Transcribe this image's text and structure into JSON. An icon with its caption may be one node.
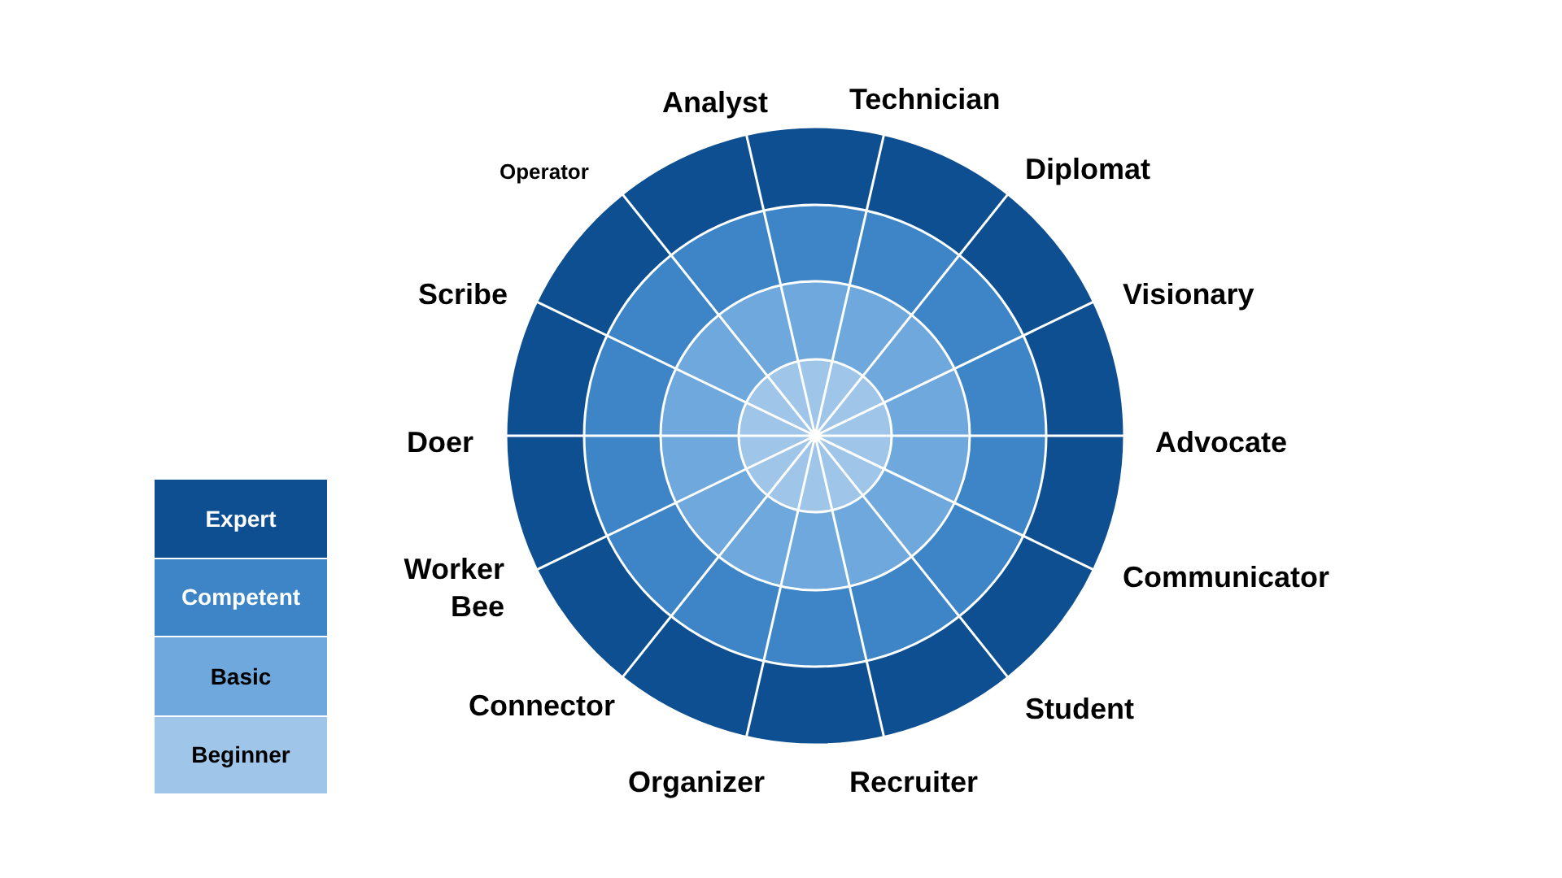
{
  "diagram": {
    "labels": [
      "Analyst",
      "Technician",
      "Operator",
      "Diplomat",
      "Scribe",
      "Visionary",
      "Doer",
      "Advocate",
      "Worker Bee",
      "Communicator",
      "Connector",
      "Student",
      "Organizer",
      "Recruiter"
    ],
    "legend": [
      {
        "text": "Expert",
        "color": "#0d4f91"
      },
      {
        "text": "Competent",
        "color": "#3d85c6"
      },
      {
        "text": "Basic",
        "color": "#6fa8dc"
      },
      {
        "text": "Beginner",
        "color": "#9fc5e8"
      }
    ]
  }
}
